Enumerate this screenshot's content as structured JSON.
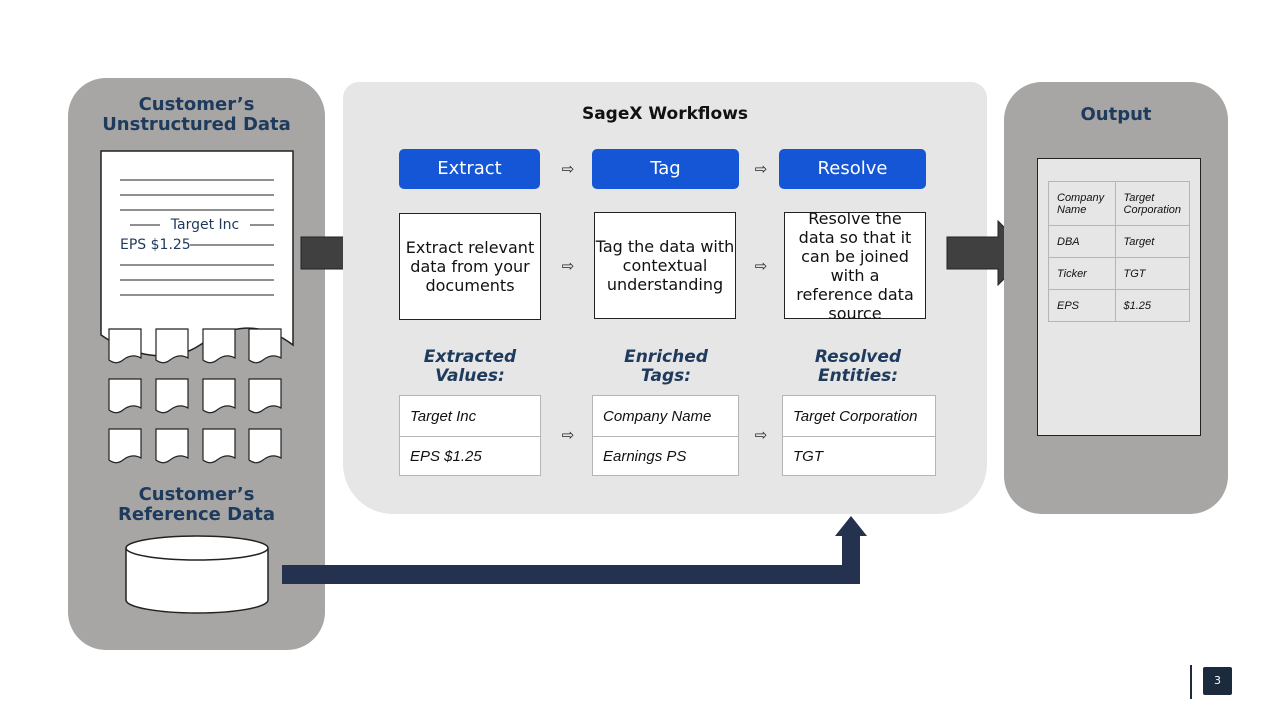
{
  "left_panel": {
    "title_top": "Customer’s\nUnstructured Data",
    "doc_text_1": "Target Inc",
    "doc_text_2": "EPS $1.25",
    "title_bottom": "Customer’s\nReference Data"
  },
  "workflow": {
    "title": "SageX Workflows",
    "steps": [
      {
        "label": "Extract",
        "desc": "Extract relevant data from your documents",
        "section": "Extracted Values:",
        "rows": [
          "Target Inc",
          "EPS $1.25"
        ]
      },
      {
        "label": "Tag",
        "desc": "Tag the data with contextual understanding",
        "section": "Enriched Tags:",
        "rows": [
          "Company Name",
          "Earnings PS"
        ]
      },
      {
        "label": "Resolve",
        "desc": "Resolve the data so that it can be joined with a reference data source",
        "section": "Resolved Entities:",
        "rows": [
          "Target Corporation",
          "TGT"
        ]
      }
    ]
  },
  "output": {
    "title": "Output",
    "rows": [
      {
        "key": "Company Name",
        "value": "Target Corporation"
      },
      {
        "key": "DBA",
        "value": "Target"
      },
      {
        "key": "Ticker",
        "value": "TGT"
      },
      {
        "key": "EPS",
        "value": "$1.25"
      }
    ]
  },
  "page_number": "3",
  "colors": {
    "panel_gray": "#a7a6a5",
    "workflow_bg": "#e6e6e6",
    "step_blue": "#1456d6",
    "navy": "#1e3a5c",
    "connector": "#24324f"
  },
  "icons": [
    "right-arrow-icon",
    "document-icon",
    "database-icon",
    "connector-arrow-icon"
  ]
}
